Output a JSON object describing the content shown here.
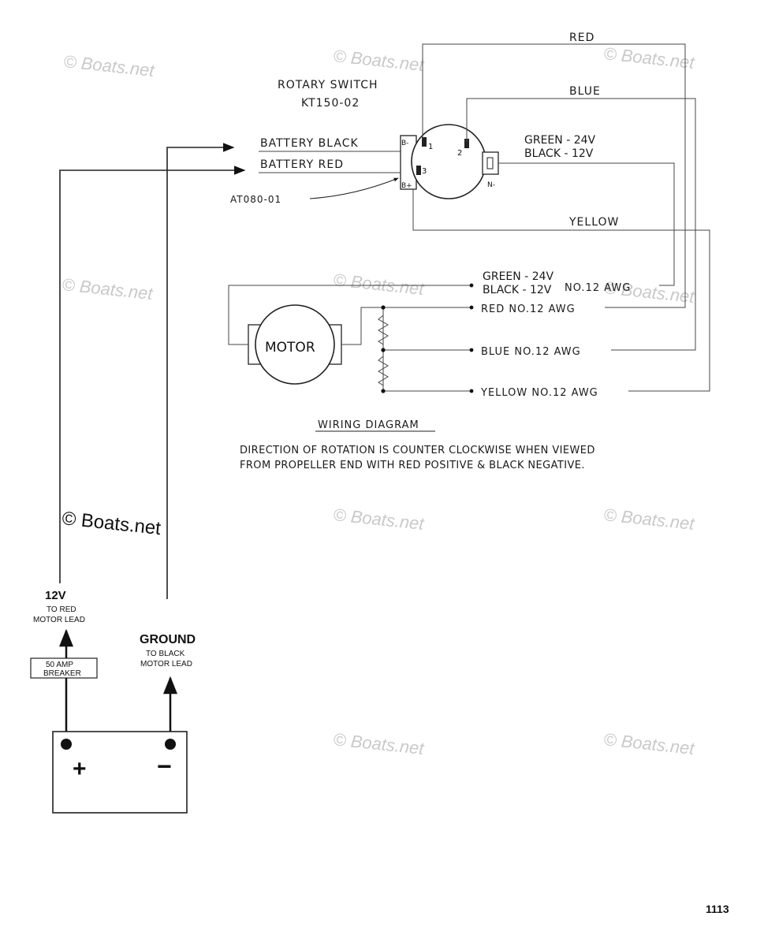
{
  "switch": {
    "title_line1": "ROTARY SWITCH",
    "title_line2": "KT150-02",
    "terminal_1": "1",
    "terminal_2": "2",
    "terminal_3": "3",
    "terminal_neg": "N-",
    "terminal_b_top": "B-",
    "terminal_b_bottom": "B+"
  },
  "wires": {
    "red": "RED",
    "blue": "BLUE",
    "green_24v": "GREEN - 24V",
    "black_12v": "BLACK - 12V",
    "yellow": "YELLOW",
    "battery_black": "BATTERY BLACK",
    "battery_red": "BATTERY RED",
    "part_at": "AT080-01"
  },
  "motor": {
    "label": "MOTOR",
    "lead_green": "GREEN - 24V",
    "lead_black": "BLACK - 12V",
    "lead_awg": "NO.12  AWG",
    "lead_red": "RED  NO.12  AWG",
    "lead_blue": "BLUE  NO.12  AWG",
    "lead_yellow": "YELLOW  NO.12  AWG"
  },
  "caption": {
    "title": "WIRING  DIAGRAM",
    "line1": "DIRECTION  OF  ROTATION  IS  COUNTER  CLOCKWISE  WHEN  VIEWED",
    "line2": "FROM  PROPELLER  END  WITH  RED  POSITIVE  &  BLACK  NEGATIVE."
  },
  "battery": {
    "v12": "12V",
    "to_red_1": "TO RED",
    "to_red_2": "MOTOR LEAD",
    "breaker_1": "50 AMP",
    "breaker_2": "BREAKER",
    "ground": "GROUND",
    "to_black_1": "TO BLACK",
    "to_black_2": "MOTOR LEAD",
    "plus": "+",
    "minus": "−"
  },
  "watermark": "© Boats.net",
  "page_number": "1113"
}
